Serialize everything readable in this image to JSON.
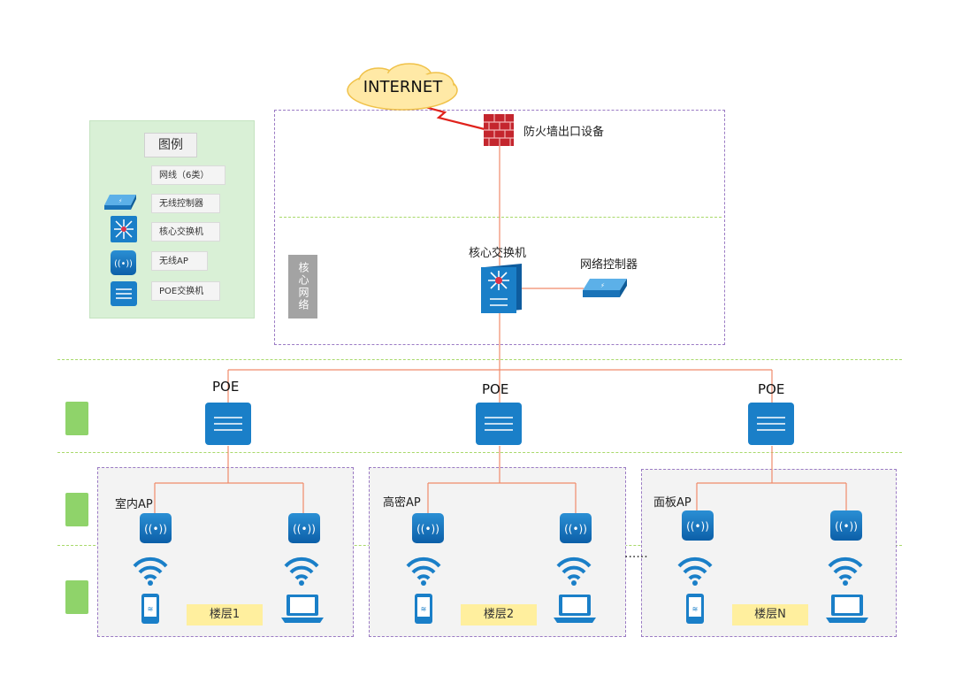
{
  "internet": {
    "label": "INTERNET"
  },
  "firewall": {
    "label": "防火墙出口设备"
  },
  "core": {
    "tab": "核心网络",
    "switch_label": "核心交换机",
    "controller_label": "网络控制器"
  },
  "legend": {
    "title": "图例",
    "items": [
      {
        "label": "网线（6类）",
        "icon": "cable-line"
      },
      {
        "label": "无线控制器",
        "icon": "wireless-controller-icon"
      },
      {
        "label": "核心交换机",
        "icon": "core-switch-icon"
      },
      {
        "label": "无线AP",
        "icon": "wireless-ap-icon"
      },
      {
        "label": "POE交换机",
        "icon": "poe-switch-icon"
      }
    ]
  },
  "poe": {
    "labels": [
      "POE",
      "POE",
      "POE"
    ]
  },
  "floors": [
    {
      "ap_label": "室内AP",
      "floor_label": "楼层1"
    },
    {
      "ap_label": "高密AP",
      "floor_label": "楼层2"
    },
    {
      "ap_label": "面板AP",
      "floor_label": "楼层N"
    }
  ],
  "ellipsis": "......",
  "colors": {
    "link": "#f08a6a",
    "legend_bg": "#d9f0d6",
    "box_border": "#9b7bc4",
    "icon_blue": "#1a7fc8",
    "floor_tag": "#ffef9e"
  }
}
